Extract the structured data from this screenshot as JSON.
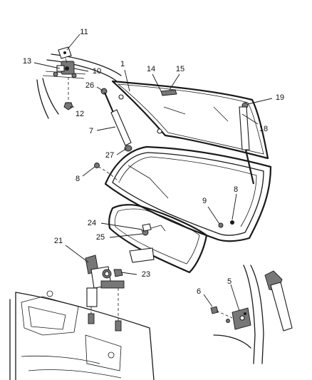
{
  "callouts": [
    {
      "id": "1",
      "text": "1"
    },
    {
      "id": "5",
      "text": "5"
    },
    {
      "id": "6",
      "text": "6"
    },
    {
      "id": "7",
      "text": "7"
    },
    {
      "id": "8a",
      "text": "8"
    },
    {
      "id": "8b",
      "text": "8"
    },
    {
      "id": "9",
      "text": "9"
    },
    {
      "id": "10",
      "text": "10"
    },
    {
      "id": "11",
      "text": "11"
    },
    {
      "id": "12",
      "text": "12"
    },
    {
      "id": "13",
      "text": "13"
    },
    {
      "id": "14",
      "text": "14"
    },
    {
      "id": "15",
      "text": "15"
    },
    {
      "id": "18",
      "text": "18"
    },
    {
      "id": "19",
      "text": "19"
    },
    {
      "id": "21",
      "text": "21"
    },
    {
      "id": "23",
      "text": "23"
    },
    {
      "id": "24",
      "text": "24"
    },
    {
      "id": "25",
      "text": "25"
    },
    {
      "id": "26",
      "text": "26"
    },
    {
      "id": "27",
      "text": "27"
    }
  ]
}
